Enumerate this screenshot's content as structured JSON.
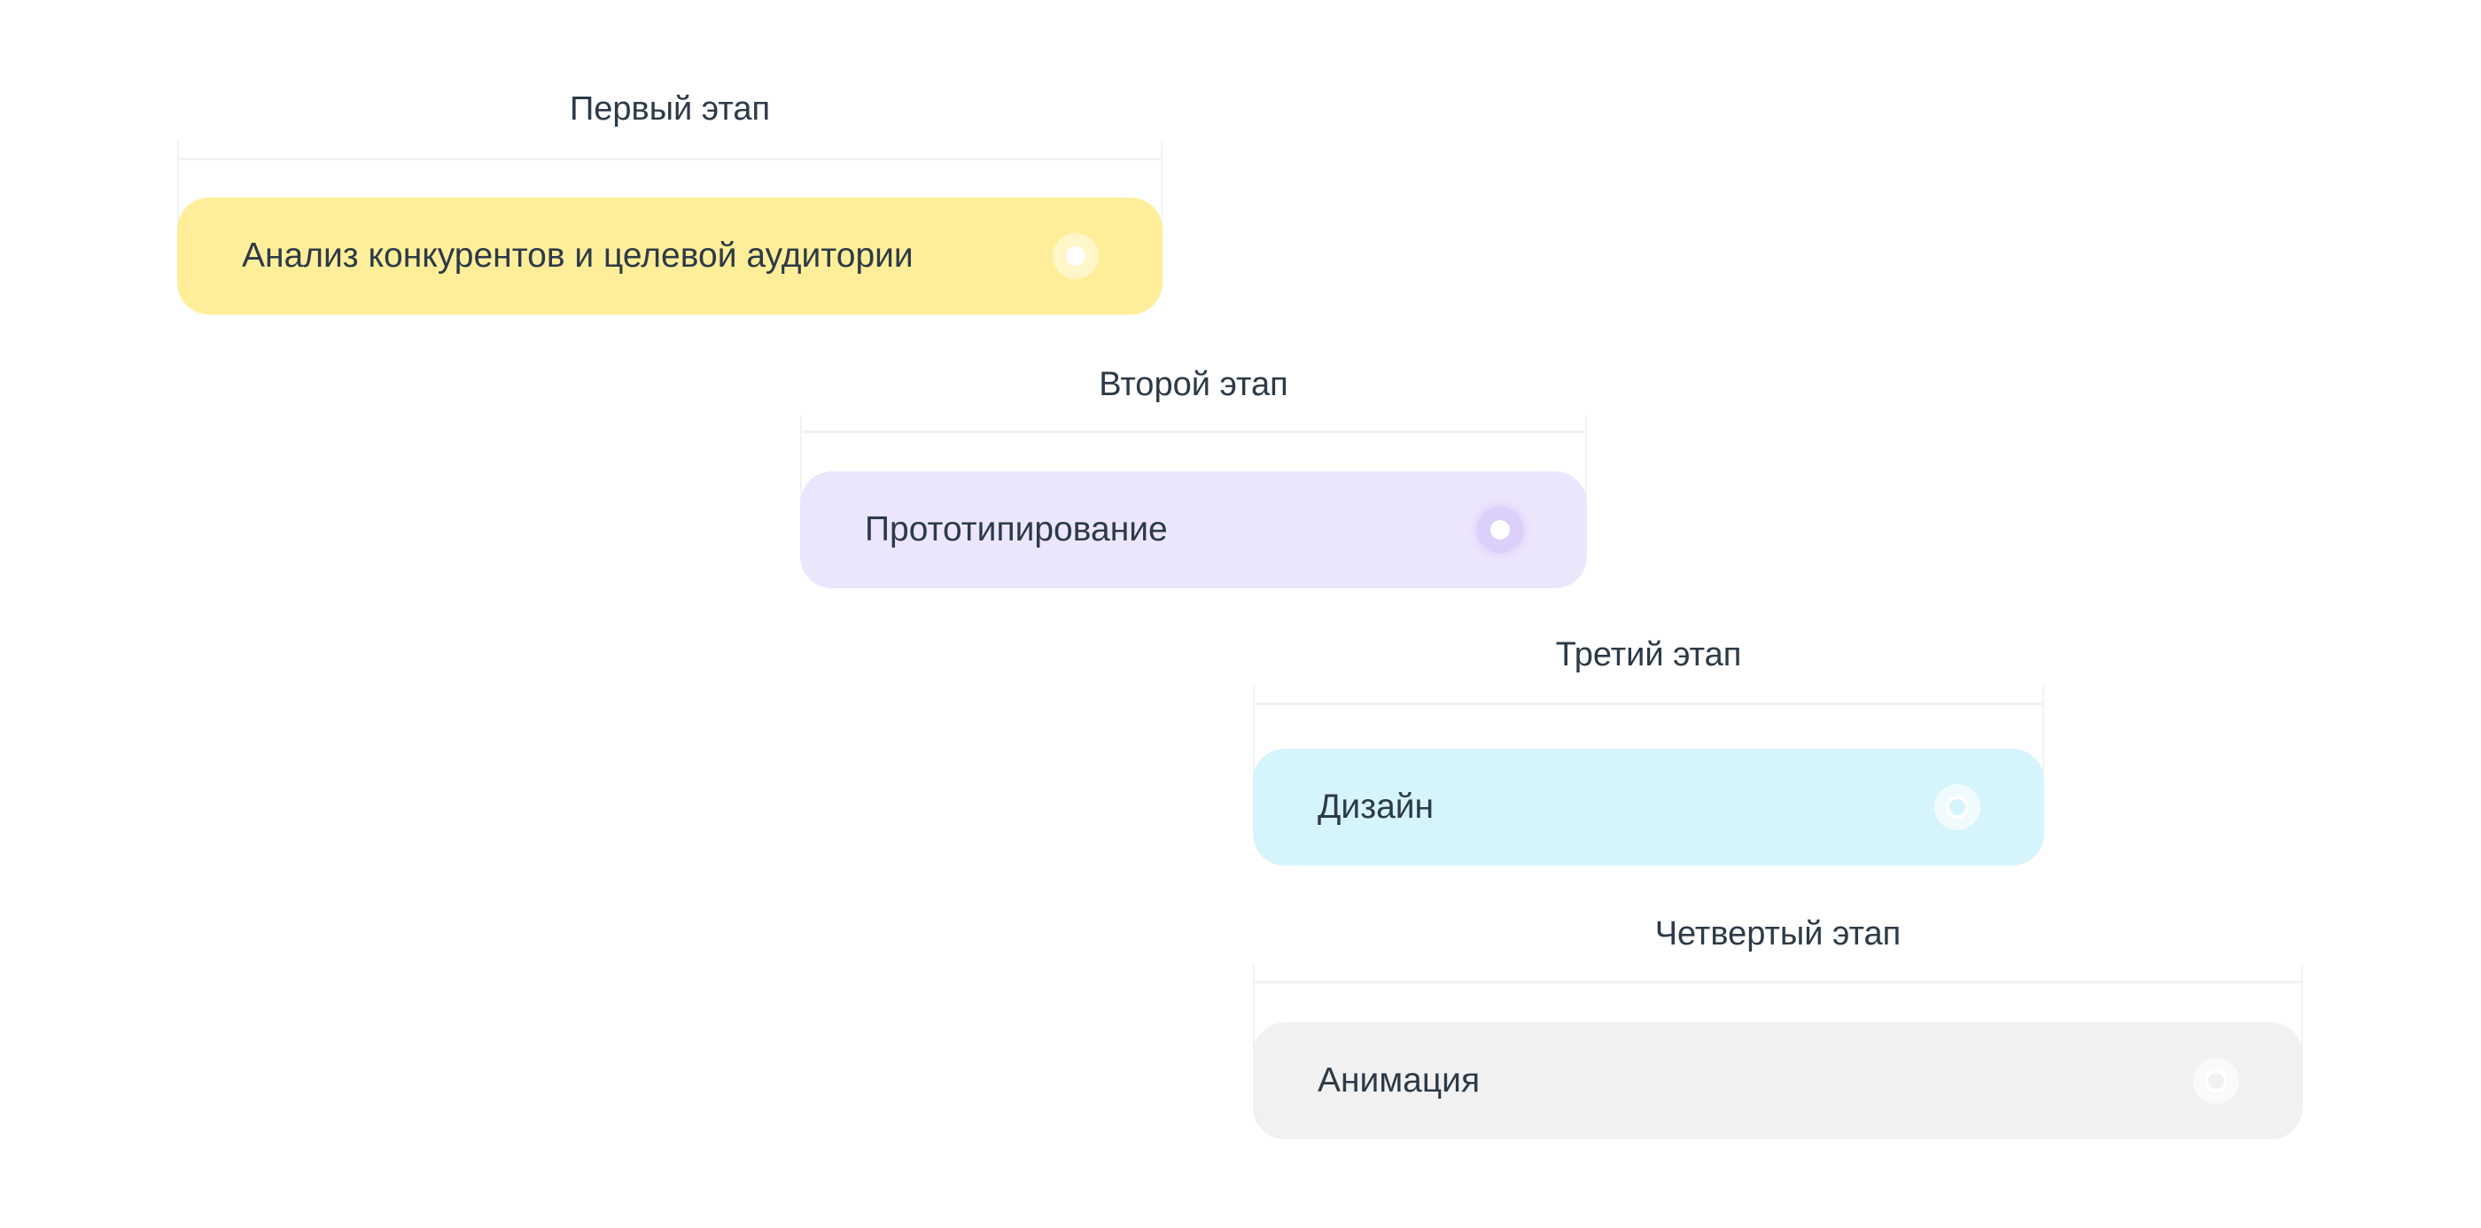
{
  "stages": [
    {
      "title": "Первый этап",
      "task": "Анализ конкурентов и целевой аудитории",
      "color": "#ffee99",
      "ring": "#fff6c9"
    },
    {
      "title": "Второй этап",
      "task": "Прототипирование",
      "color": "#ece6fd",
      "ring": "#dccffb"
    },
    {
      "title": "Третий этап",
      "task": "Дизайн",
      "color": "#d6f4fb",
      "ring": "#f0fbfe"
    },
    {
      "title": "Четвертый этап",
      "task": "Анимация",
      "color": "#f1f1f1",
      "ring": "#fafafa"
    }
  ]
}
